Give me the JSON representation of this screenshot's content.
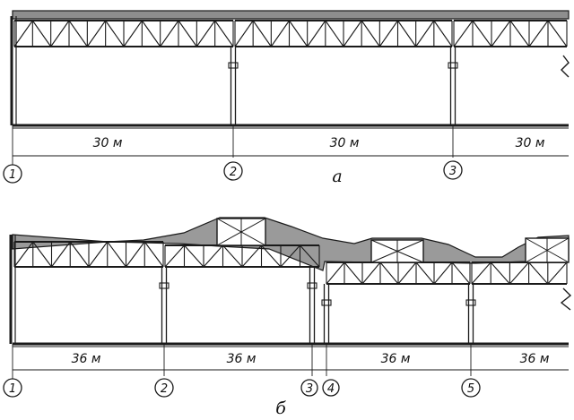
{
  "figure_a": {
    "caption": "а",
    "spans": [
      "30 м",
      "30 м",
      "30 м"
    ],
    "axes": [
      "1",
      "2",
      "3"
    ]
  },
  "figure_b": {
    "caption": "б",
    "spans": [
      "36 м",
      "36 м",
      "36 м",
      "36 м"
    ],
    "axes": [
      "1",
      "2",
      "3",
      "4",
      "5"
    ]
  },
  "colors": {
    "ink": "#1a1a1a",
    "roof_fill": "#9a9a9a",
    "paper": "#ffffff"
  }
}
